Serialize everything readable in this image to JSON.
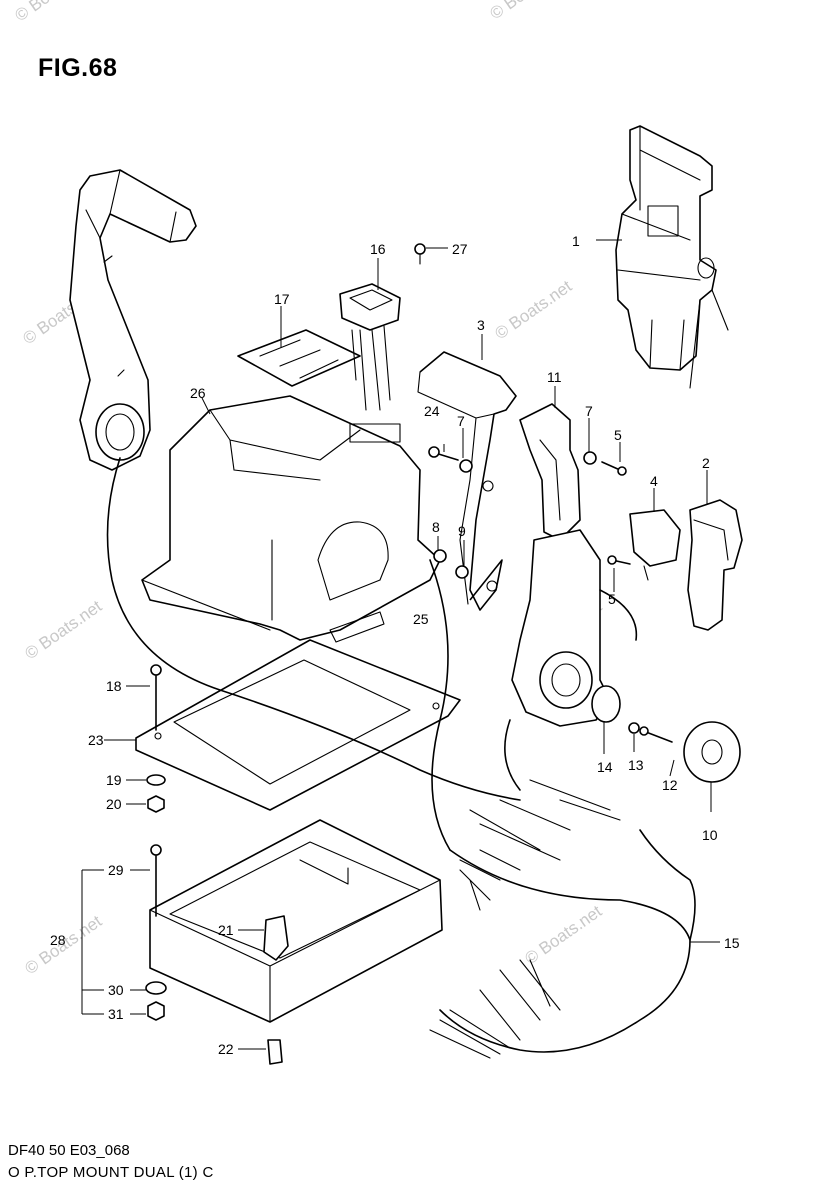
{
  "figure": {
    "title": "FIG.68"
  },
  "footer": {
    "line1": "DF40 50 E03_068",
    "line2": "O P.TOP MOUNT DUAL (1) C"
  },
  "watermark": {
    "text": "© Boats.net"
  },
  "parts": [
    {
      "id": "1",
      "label": "1"
    },
    {
      "id": "2",
      "label": "2"
    },
    {
      "id": "3",
      "label": "3"
    },
    {
      "id": "4",
      "label": "4"
    },
    {
      "id": "5a",
      "label": "5"
    },
    {
      "id": "5b",
      "label": "5"
    },
    {
      "id": "7a",
      "label": "7"
    },
    {
      "id": "7b",
      "label": "7"
    },
    {
      "id": "8",
      "label": "8"
    },
    {
      "id": "9",
      "label": "9"
    },
    {
      "id": "10",
      "label": "10"
    },
    {
      "id": "11",
      "label": "11"
    },
    {
      "id": "12",
      "label": "12"
    },
    {
      "id": "13",
      "label": "13"
    },
    {
      "id": "14",
      "label": "14"
    },
    {
      "id": "15",
      "label": "15"
    },
    {
      "id": "16",
      "label": "16"
    },
    {
      "id": "17",
      "label": "17"
    },
    {
      "id": "18",
      "label": "18"
    },
    {
      "id": "19",
      "label": "19"
    },
    {
      "id": "20",
      "label": "20"
    },
    {
      "id": "21",
      "label": "21"
    },
    {
      "id": "22",
      "label": "22"
    },
    {
      "id": "23",
      "label": "23"
    },
    {
      "id": "24",
      "label": "24"
    },
    {
      "id": "25",
      "label": "25"
    },
    {
      "id": "26",
      "label": "26"
    },
    {
      "id": "27",
      "label": "27"
    },
    {
      "id": "28",
      "label": "28"
    },
    {
      "id": "29",
      "label": "29"
    },
    {
      "id": "30",
      "label": "30"
    },
    {
      "id": "31",
      "label": "31"
    }
  ]
}
